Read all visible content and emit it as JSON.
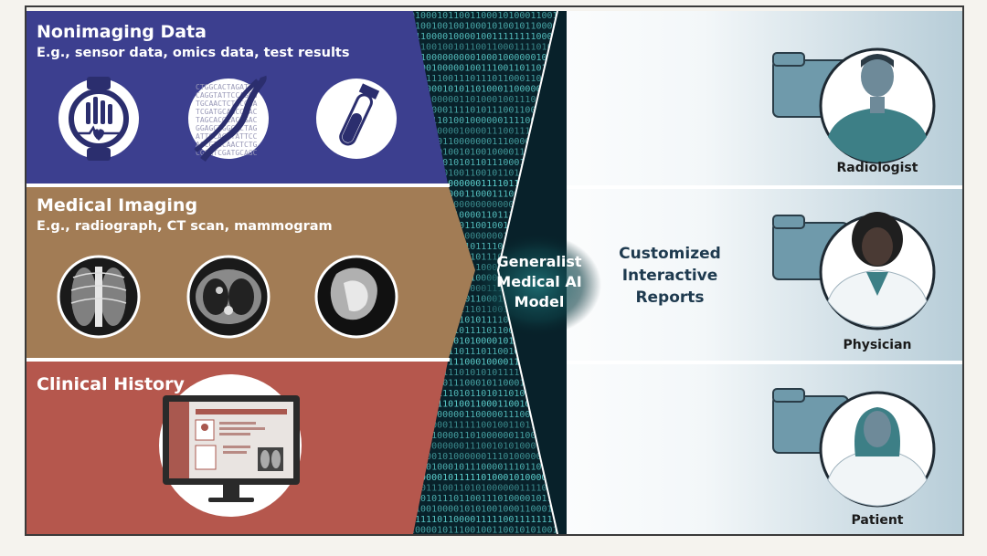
{
  "panels": {
    "nonimaging": {
      "title": "Nonimaging Data",
      "subtitle": "E.g., sensor data, omics data, test results",
      "color": "#3c3f8f",
      "icons": [
        "smartwatch-icon",
        "dna-sequence-icon",
        "test-tube-icon"
      ]
    },
    "imaging": {
      "title": "Medical Imaging",
      "subtitle": "E.g., radiograph, CT scan, mammogram",
      "color": "#a27c55",
      "icons": [
        "chest-radiograph-icon",
        "ct-scan-icon",
        "mammogram-icon"
      ]
    },
    "history": {
      "title": "Clinical History",
      "color": "#b5574d",
      "icons": [
        "computer-monitor-icon"
      ]
    }
  },
  "center": {
    "model_label": [
      "Generalist",
      "Medical AI",
      "Model"
    ],
    "binary_color": "#5fd4d2"
  },
  "output": {
    "label": [
      "Customized",
      "Interactive",
      "Reports"
    ],
    "accent": "#a9c4d2"
  },
  "recipients": [
    {
      "label": "Radiologist",
      "icon": "radiologist-icon"
    },
    {
      "label": "Physician",
      "icon": "physician-icon"
    },
    {
      "label": "Patient",
      "icon": "patient-icon"
    }
  ],
  "dna_letters": "CTGGCACTAGATTGCAGGTATTCCAGCGTGCAACTCTGCGGATCGATGCAGCCTACTAGCACGCACGGACGGAG"
}
